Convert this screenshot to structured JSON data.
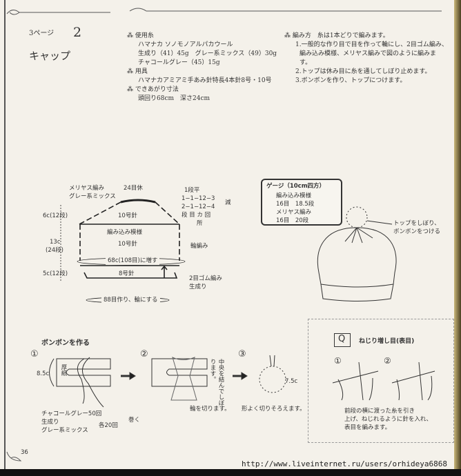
{
  "header": {
    "page_ref": "3ページ",
    "item_number": "2",
    "title": "キャップ"
  },
  "materials": {
    "yarn_heading": "使用糸",
    "yarn_lines": [
      "ハマナカ ソノモノアルパカウール",
      "生成り（41）45g　グレー系ミックス（49）30g",
      "チャコールグレー（45）15g"
    ],
    "tools_heading": "用具",
    "tools_line": "ハマナカアミアミ手あみ針特長4本針8号・10号",
    "size_heading": "できあがり寸法",
    "size_line": "頭回り68cm　深さ24cm"
  },
  "method": {
    "heading": "編み方　糸は1本どりで編みます。",
    "steps": [
      "1.一般的な作り目で目を作って輪にし、2目ゴム編み、",
      "編み込み模様、メリヤス編みで図のように編みま",
      "す。",
      "2.トップは休み目に糸を通してしぼり止めます。",
      "3.ボンボンを作り、トップにつけます。"
    ]
  },
  "diagram": {
    "stockinette_label": [
      "メリヤス編み",
      "グレー系ミックス"
    ],
    "top_rest": "24目休",
    "decrease": [
      "1段平",
      "1−1−12−3",
      "2−1−12−4",
      "段 目 カ 回",
      "所"
    ],
    "decrease_mark": "減",
    "left_dims": [
      "6c(12段)",
      "13c",
      "(24段)",
      "5c(12段)"
    ],
    "needle_top": "10号針",
    "pattern": "編み込み模様",
    "needle_mid": "10号針",
    "round": "輪編み",
    "increase": "68c(108目)に増す",
    "needle_bottom": "8号針",
    "rib": [
      "2目ゴム編み",
      "生成り"
    ],
    "cast_on": "88目作り、輪にする"
  },
  "gauge": {
    "title": "ゲージ（10cm四方）",
    "lines": [
      "編み込み模様",
      "16目　18.5段",
      "メリヤス編み",
      "16目　20段"
    ]
  },
  "hat_note": [
    "トップをしぼり、",
    "ボンボンをつける"
  ],
  "pompom": {
    "heading": "ボンボンを作る",
    "steps": [
      "①",
      "②",
      "③"
    ],
    "cardboard": "厚紙",
    "width": "8.5c",
    "tie_note": "中央を結んでしぼります。",
    "cut": "輪を切ります。",
    "trim": "形よく切りそろえます。",
    "diameter": "7.5c",
    "wind": [
      "チャコールグレー50回",
      "生成り",
      "グレー系ミックス",
      "各20回",
      "巻く"
    ]
  },
  "twist_inc": {
    "symbol": "Q",
    "title": "ねじり増し目(表目)",
    "steps": [
      "①",
      "②"
    ],
    "desc": [
      "前段の横に渡った糸を引き",
      "上げ、ねじれるように針を入れ、",
      "表目を編みます。"
    ]
  },
  "page_number": "36",
  "watermark": "http://www.liveinternet.ru/users/orhideya6868"
}
